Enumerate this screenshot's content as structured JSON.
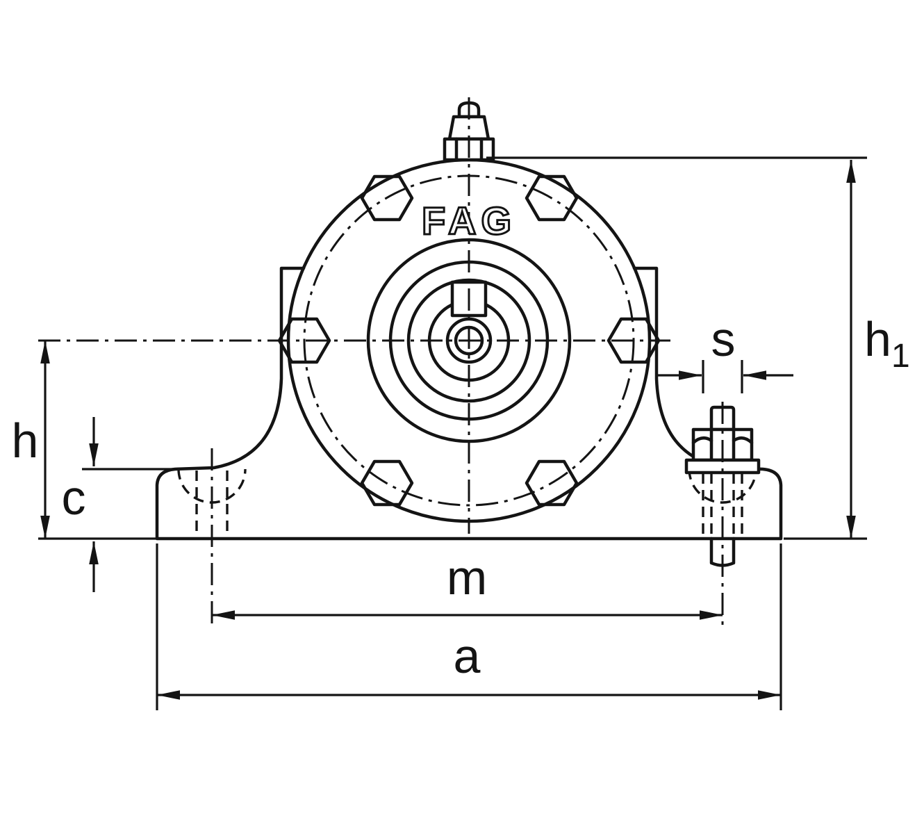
{
  "drawing": {
    "logo": "FAG",
    "colors": {
      "line": "#141414",
      "background": "#ffffff"
    }
  },
  "labels": {
    "h1_base": "h",
    "h1_sub": "1",
    "h": "h",
    "c": "c",
    "s": "s",
    "m": "m",
    "a": "a"
  }
}
